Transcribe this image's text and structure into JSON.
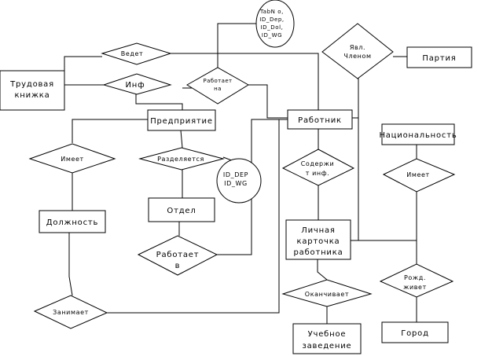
{
  "entities": {
    "trudovaya": [
      "Трудовая",
      "книжка"
    ],
    "predpriyatie": "Предприятие",
    "rabotnik": "Работник",
    "partiya": "Партия",
    "natsionalnost": "Национальность",
    "otdel": "Отдел",
    "dolzhnost": "Должность",
    "kartochka": [
      "Личная",
      "карточка",
      "работника"
    ],
    "uchebnoe": [
      "Учебное",
      "заведение"
    ],
    "gorod": "Город"
  },
  "relationships": {
    "vedet": "Ведет",
    "inf": "Инф",
    "rabotaet_top": [
      "Работает",
      "на"
    ],
    "yavl_chlenom": [
      "Явл.",
      "Членом"
    ],
    "imeet_left": "Имеет",
    "razdelyaetsya": "Разделяется",
    "soderzhit_inf": [
      "Содержи",
      "т инф."
    ],
    "imeet_right": "Имеет",
    "rabotaet_mid": [
      "Работает",
      "в"
    ],
    "rozhd_zhivet": [
      "Рожд.",
      "живет"
    ],
    "okanchivaet": "Оканчивает",
    "zanimaet": "Занимает"
  },
  "attributes": {
    "keys_top": [
      "TabN o,",
      "ID_Dep,",
      "ID_Dol,",
      "ID_WG"
    ],
    "keys_mid": [
      "ID_DEP",
      "ID_WG"
    ]
  }
}
